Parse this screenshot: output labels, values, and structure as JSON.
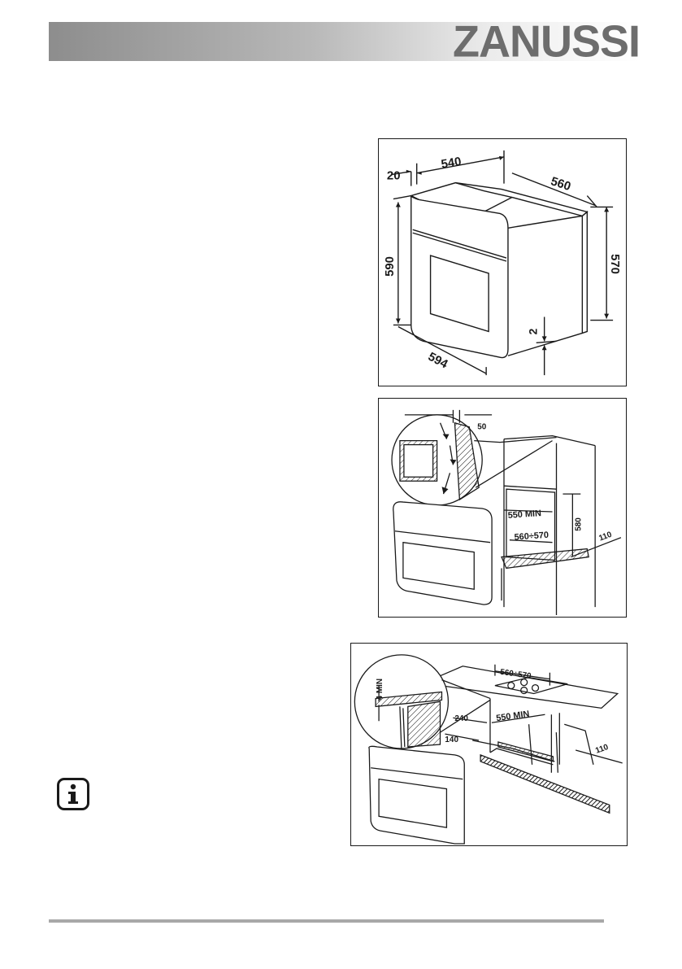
{
  "header": {
    "brand": "ZANUSSI"
  },
  "figure1": {
    "dims": {
      "d20": "20",
      "d540": "540",
      "d560": "560",
      "d590": "590",
      "d570": "570",
      "d2": "2",
      "d594": "594"
    }
  },
  "figure2": {
    "dims": {
      "d50": "50",
      "d550min": "550 MIN",
      "d580": "580",
      "d560_570": "560÷570",
      "d110": "110"
    }
  },
  "figure3": {
    "dims": {
      "d560_570": "560÷570",
      "d4min": "4 MIN",
      "d240": "240",
      "d550min": "550 MIN",
      "d140": "140",
      "d110": "110"
    }
  },
  "icons": {
    "info": "info-icon"
  }
}
